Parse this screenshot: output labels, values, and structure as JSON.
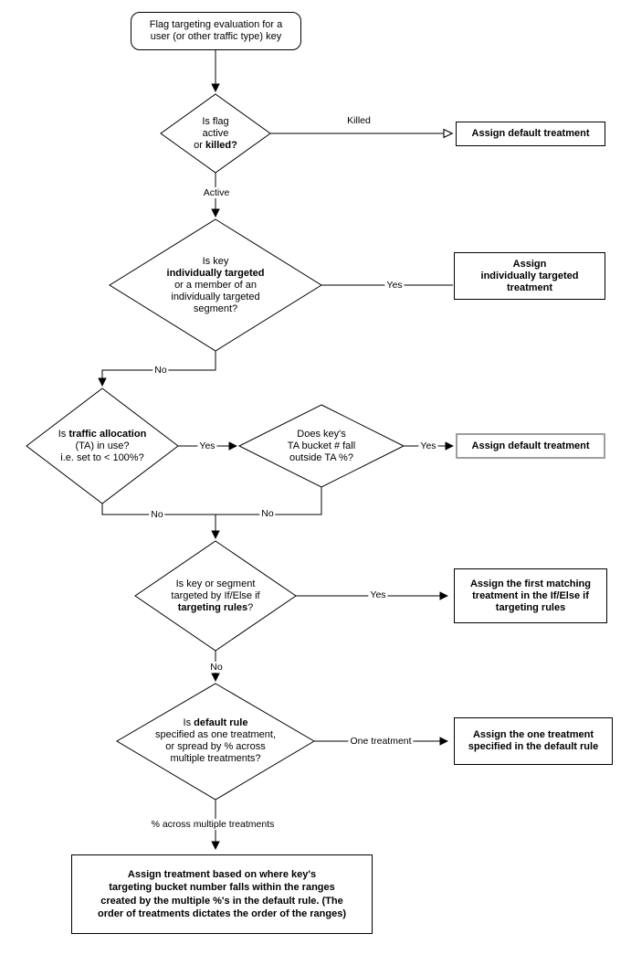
{
  "colors": {
    "background": "#ffffff",
    "stroke": "#000000",
    "highlight_border": "#9e9e9e"
  },
  "nodes": {
    "start": {
      "segments": [
        {
          "t": "Flag targeting evaluation for a"
        },
        {
          "br": true
        },
        {
          "t": "user (or other traffic type) key"
        }
      ]
    },
    "d1": {
      "segments": [
        {
          "t": "Is flag"
        },
        {
          "br": true
        },
        {
          "t": "active"
        },
        {
          "br": true
        },
        {
          "t": "or "
        },
        {
          "t": "killed?",
          "b": true
        }
      ]
    },
    "d2": {
      "segments": [
        {
          "t": "Is key"
        },
        {
          "br": true
        },
        {
          "t": "individually targeted",
          "b": true
        },
        {
          "br": true
        },
        {
          "t": "or a member of an"
        },
        {
          "br": true
        },
        {
          "t": "individually targeted"
        },
        {
          "br": true
        },
        {
          "t": "segment?"
        }
      ]
    },
    "d3": {
      "segments": [
        {
          "t": "Is "
        },
        {
          "t": "traffic allocation",
          "b": true
        },
        {
          "br": true
        },
        {
          "t": "(TA) in use?"
        },
        {
          "br": true
        },
        {
          "t": "i.e. set to < 100%?"
        }
      ]
    },
    "d4": {
      "segments": [
        {
          "t": "Does key's"
        },
        {
          "br": true
        },
        {
          "t": "TA bucket # fall"
        },
        {
          "br": true
        },
        {
          "t": "outside TA %?"
        }
      ]
    },
    "d5": {
      "segments": [
        {
          "t": "Is key or segment"
        },
        {
          "br": true
        },
        {
          "t": "targeted by If/Else if"
        },
        {
          "br": true
        },
        {
          "t": "targeting rules",
          "b": true
        },
        {
          "t": "?"
        }
      ]
    },
    "d6": {
      "segments": [
        {
          "t": "Is "
        },
        {
          "t": "default rule",
          "b": true
        },
        {
          "br": true
        },
        {
          "t": "specified as one treatment,"
        },
        {
          "br": true
        },
        {
          "t": "or spread by % across"
        },
        {
          "br": true
        },
        {
          "t": "multiple treatments?"
        }
      ]
    },
    "a1": {
      "segments": [
        {
          "t": "Assign default treatment",
          "b": true
        }
      ]
    },
    "a2": {
      "segments": [
        {
          "t": "Assign",
          "b": true
        },
        {
          "br": true
        },
        {
          "t": "individually targeted",
          "b": true
        },
        {
          "br": true
        },
        {
          "t": "treatment",
          "b": true
        }
      ]
    },
    "a3": {
      "segments": [
        {
          "t": "Assign default treatment",
          "b": true
        }
      ]
    },
    "a4": {
      "segments": [
        {
          "t": "Assign the first matching",
          "b": true
        },
        {
          "br": true
        },
        {
          "t": "treatment in the If/Else if",
          "b": true
        },
        {
          "br": true
        },
        {
          "t": "targeting rules",
          "b": true
        }
      ]
    },
    "a5": {
      "segments": [
        {
          "t": "Assign the one treatment",
          "b": true
        },
        {
          "br": true
        },
        {
          "t": "specified in the default rule",
          "b": true
        }
      ]
    },
    "final": {
      "segments": [
        {
          "t": "Assign treatment based on where key's",
          "b": true
        },
        {
          "br": true
        },
        {
          "t": "targeting bucket number falls within the ranges",
          "b": true
        },
        {
          "br": true
        },
        {
          "t": "created by the multiple %'s in the default rule. (The",
          "b": true
        },
        {
          "br": true
        },
        {
          "t": "order of treatments dictates the order of the ranges)",
          "b": true
        }
      ]
    }
  },
  "labels": {
    "killed": "Killed",
    "active": "Active",
    "yes_individual": "Yes",
    "no_individual": "No",
    "yes_ta": "Yes",
    "yes_bucket": "Yes",
    "no_ta": "No",
    "no_bucket": "No",
    "yes_rules": "Yes",
    "no_rules": "No",
    "one_treatment": "One treatment",
    "pct_multiple": "% across multiple treatments"
  }
}
